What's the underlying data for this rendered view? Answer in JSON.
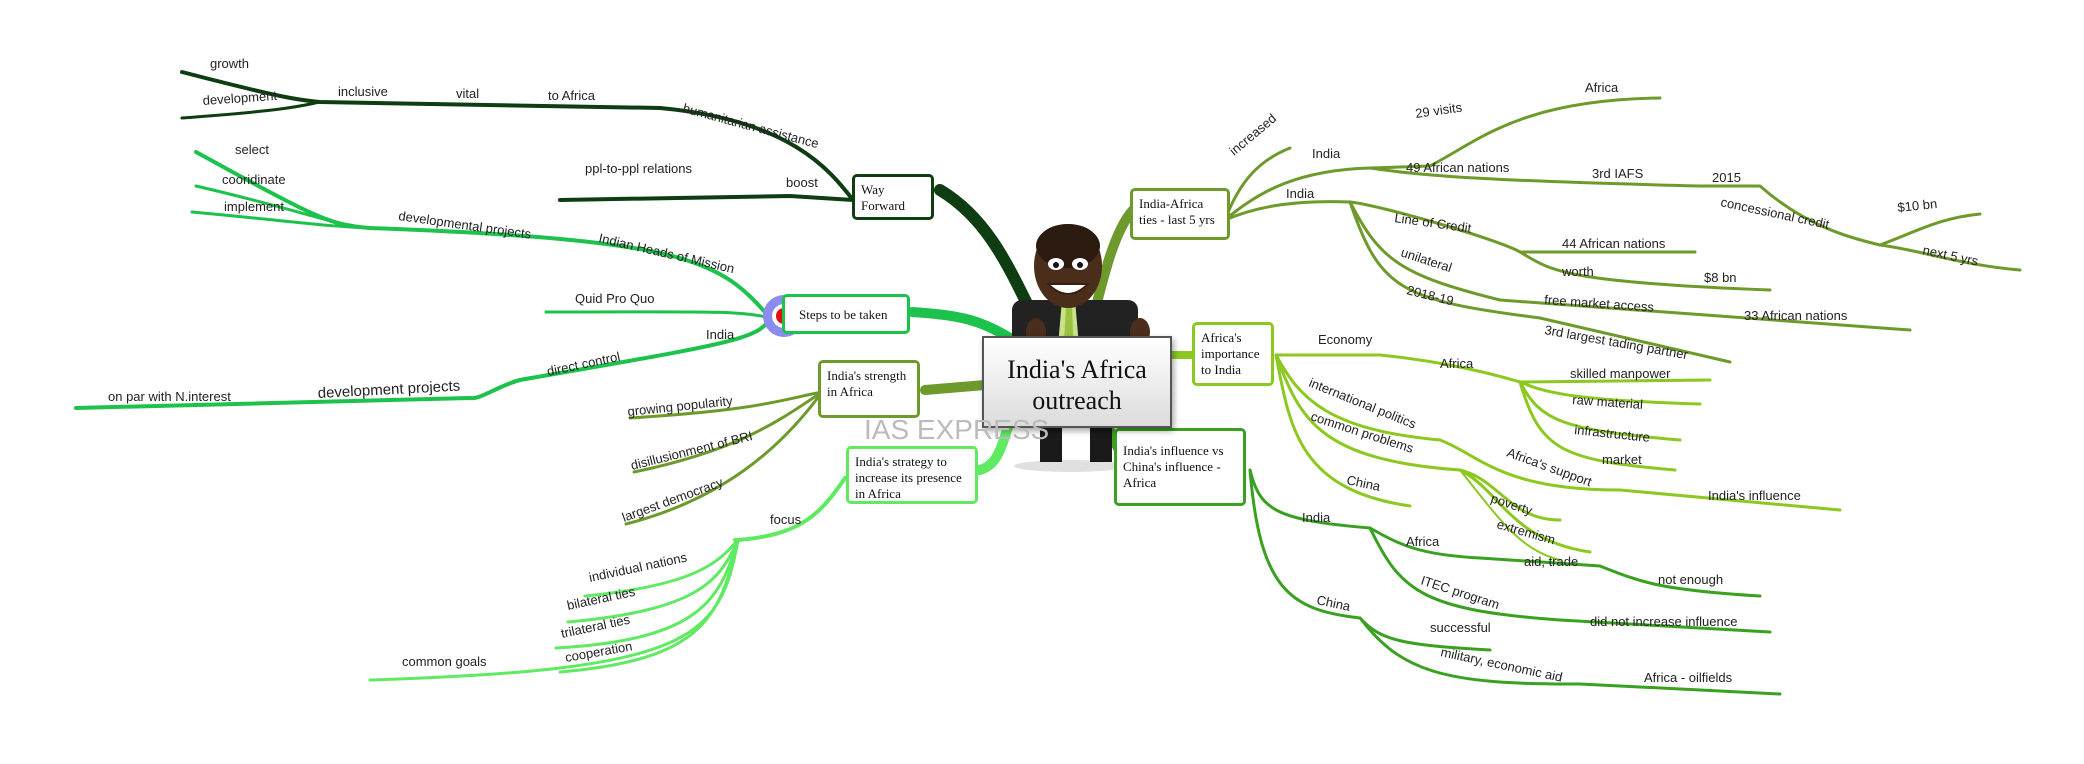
{
  "central": {
    "title_line1": "India's Africa",
    "title_line2": "outreach"
  },
  "watermark": "IAS EXPRESS",
  "colors": {
    "dark_green": "#0e3d12",
    "mid_green": "#3d9a1e",
    "lime": "#8bc820",
    "bright_green": "#1cc24c",
    "olive": "#6e9a2c",
    "light_green": "#5fea62",
    "africa_green": "#39a020"
  },
  "branches": {
    "way_forward": {
      "label_line1": "Way",
      "label_line2": "Forward",
      "humanitarian": "humanitarian assistance",
      "to_africa": "to Africa",
      "vital": "vital",
      "inclusive": "inclusive",
      "growth": "growth",
      "development": "development",
      "boost": "boost",
      "ppl": "ppl-to-ppl relations"
    },
    "steps": {
      "label": "Steps to be taken",
      "heads": "Indian Heads of Mission",
      "dev_projects": "developmental projects",
      "select": "select",
      "coordinate": "cooridinate",
      "implement": "implement",
      "quid": "Quid Pro Quo",
      "india": "India",
      "direct_control": "direct control",
      "dev_projects2": "development projects",
      "par": "on par with N.interest"
    },
    "strength": {
      "label_line1": "India's strength",
      "label_line2": "in Africa",
      "popularity": "growing popularity",
      "bri": "disillusionment of BRI",
      "democracy": "largest democracy"
    },
    "strategy": {
      "label_line1": "India's strategy to",
      "label_line2": "increase its presence",
      "label_line3": "in Africa",
      "focus": "focus",
      "individual": "individual nations",
      "bilateral": "bilateral ties",
      "trilateral": "trilateral ties",
      "cooperation": "cooperation",
      "common_goals": "common goals"
    },
    "ties": {
      "label_line1": "India-Africa",
      "label_line2": "ties - last 5 yrs",
      "increased": "increased",
      "india1": "India",
      "visits": "29 visits",
      "africa": "Africa",
      "nations49": "49 African nations",
      "iafs": "3rd IAFS",
      "year2015": "2015",
      "concessional": "concessional credit",
      "bn10": "$10 bn",
      "next5": "next 5 yrs",
      "india2": "India",
      "loc": "Line of Credit",
      "nations44": "44 African nations",
      "worth": "worth",
      "bn8": "$8 bn",
      "unilateral": "unilateral",
      "free_market": "free market access",
      "nations33": "33 African nations",
      "year1819": "2018-19",
      "trading": "3rd largest tading partner"
    },
    "importance": {
      "label_line1": "Africa's",
      "label_line2": "importance",
      "label_line3": "to India",
      "economy": "Economy",
      "africa": "Africa",
      "skilled": "skilled manpower",
      "raw": "raw material",
      "infra": "infrastructure",
      "market": "market",
      "intl": "international politics",
      "support": "Africa's support",
      "influence": "India's influence",
      "common": "common problems",
      "poverty": "poverty",
      "extremism": "extremism",
      "china": "China",
      "aid": "aid, trade"
    },
    "influence": {
      "label_line1": "India's influence vs",
      "label_line2": "China's influence -",
      "label_line3": "Africa",
      "india": "India",
      "africa": "Africa",
      "not_enough": "not enough",
      "itec": "ITEC program",
      "did_not": "did not increase influence",
      "china": "China",
      "successful": "successful",
      "military": "military, economic aid",
      "oilfields": "Africa - oilfields"
    }
  }
}
